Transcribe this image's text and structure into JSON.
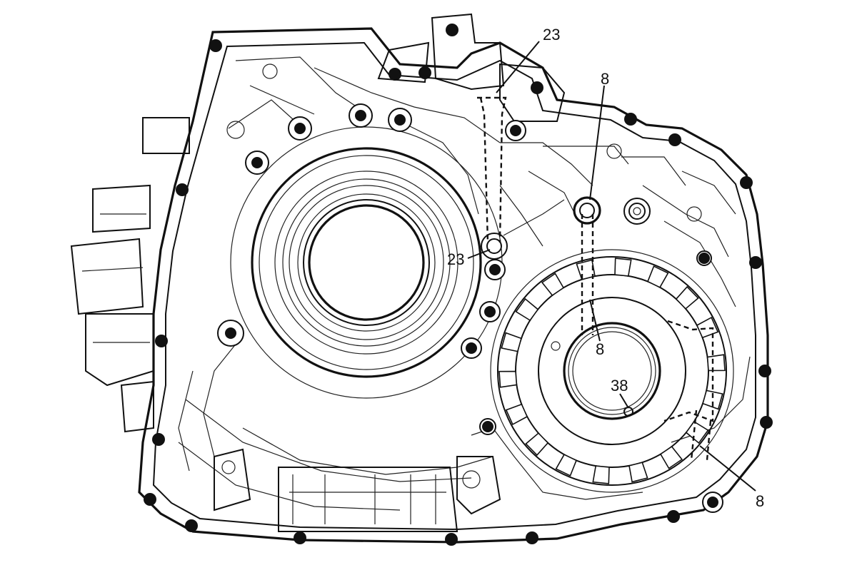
{
  "callouts": {
    "passage_top": "23",
    "passage_port": "23",
    "hole_top": "8",
    "hole_center": "8",
    "seal_ring": "38",
    "lower_right": "8"
  },
  "colors": {
    "line": "#111111",
    "bolt": "#111111",
    "background": "#ffffff"
  }
}
